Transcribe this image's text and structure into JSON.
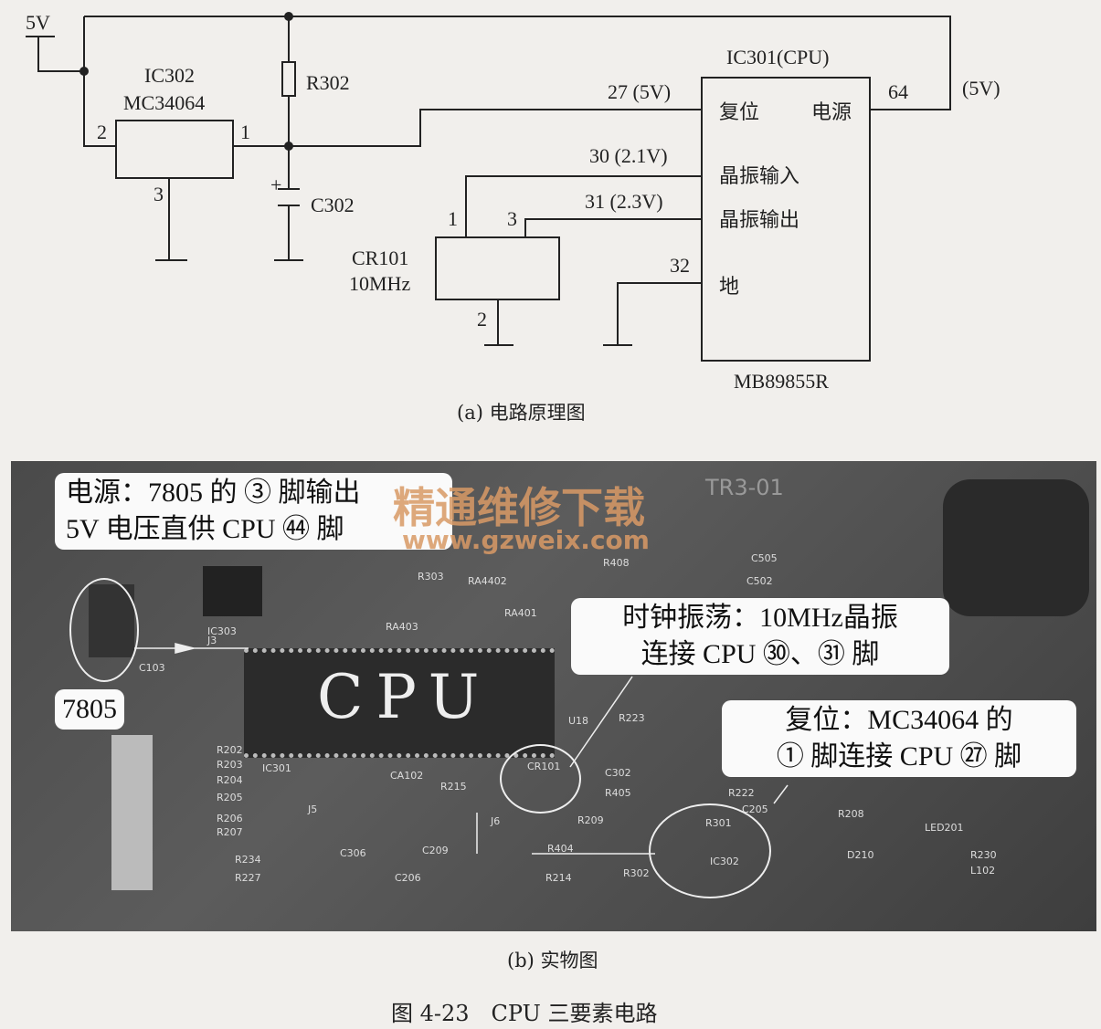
{
  "schematic": {
    "supply_label": "5V",
    "ic302_name": "IC302",
    "ic302_part": "MC34064",
    "ic302_pin2": "2",
    "ic302_pin1": "1",
    "ic302_pin3": "3",
    "r302": "R302",
    "c302": "C302",
    "c302_polarity": "+",
    "cpu_name": "IC301(CPU)",
    "cpu_part": "MB89855R",
    "cpu_reset": "复位",
    "cpu_power": "电源",
    "cpu_xin": "晶振输入",
    "cpu_xout": "晶振输出",
    "cpu_gnd": "地",
    "pin27": "27 (5V)",
    "pin64": "64",
    "pin64_v": "(5V)",
    "pin30": "30 (2.1V)",
    "pin31": "31 (2.3V)",
    "pin32": "32",
    "cr101_name": "CR101",
    "cr101_freq": "10MHz",
    "cr_pin1": "1",
    "cr_pin3": "3",
    "cr_pin2": "2",
    "caption": "(a) 电路原理图"
  },
  "photo": {
    "callout_power_1": "电源：7805 的 ③ 脚输出",
    "callout_power_2": "5V 电压直供 CPU ㊹ 脚",
    "callout_7805": "7805",
    "callout_clock_1": "时钟振荡：10MHz晶振",
    "callout_clock_2": "连接 CPU ㉚、㉛ 脚",
    "callout_reset_1": "复位：MC34064 的",
    "callout_reset_2": "① 脚连接 CPU ㉗ 脚",
    "cpu_print": "CPU",
    "watermark_cn": "精通维修下载",
    "watermark_url": "www.gzweix.com",
    "pcb_labels": [
      "IC303",
      "RA403",
      "RA401",
      "R303",
      "RA4402",
      "IC301",
      "CA102",
      "R215",
      "R223",
      "C302",
      "R405",
      "R209",
      "R301",
      "IC302",
      "R302",
      "R404",
      "R214",
      "C205",
      "R208",
      "D210",
      "R230",
      "L102",
      "R222",
      "J5",
      "J6",
      "C306",
      "C209",
      "C206",
      "R234",
      "R227",
      "R202",
      "R203",
      "R204",
      "R205",
      "R206",
      "R207",
      "C103",
      "J3",
      "U18",
      "CR101",
      "LED201",
      "TR3-01",
      "R408",
      "C505",
      "C502"
    ],
    "caption": "(b) 实物图"
  },
  "figure_title": "图 4-23　CPU 三要素电路"
}
